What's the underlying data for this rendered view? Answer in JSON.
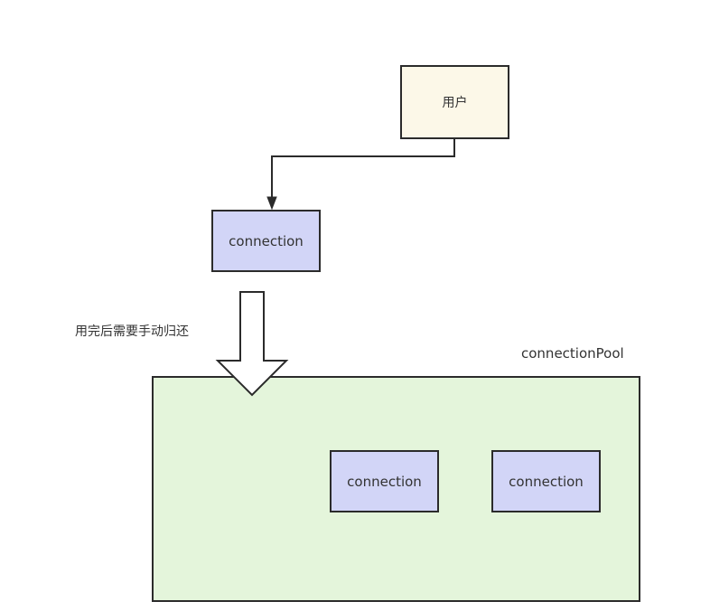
{
  "diagram": {
    "user": {
      "label": "用户"
    },
    "top_connection": {
      "label": "connection"
    },
    "return_note": {
      "label": "用完后需要手动归还"
    },
    "pool": {
      "label": "connectionPool",
      "connections": [
        {
          "label": "connection"
        },
        {
          "label": "connection"
        }
      ]
    }
  },
  "colors": {
    "user_fill": "#fcf8e8",
    "connection_fill": "#d2d5f7",
    "pool_fill": "#e4f5db",
    "stroke": "#2b2b2b"
  }
}
